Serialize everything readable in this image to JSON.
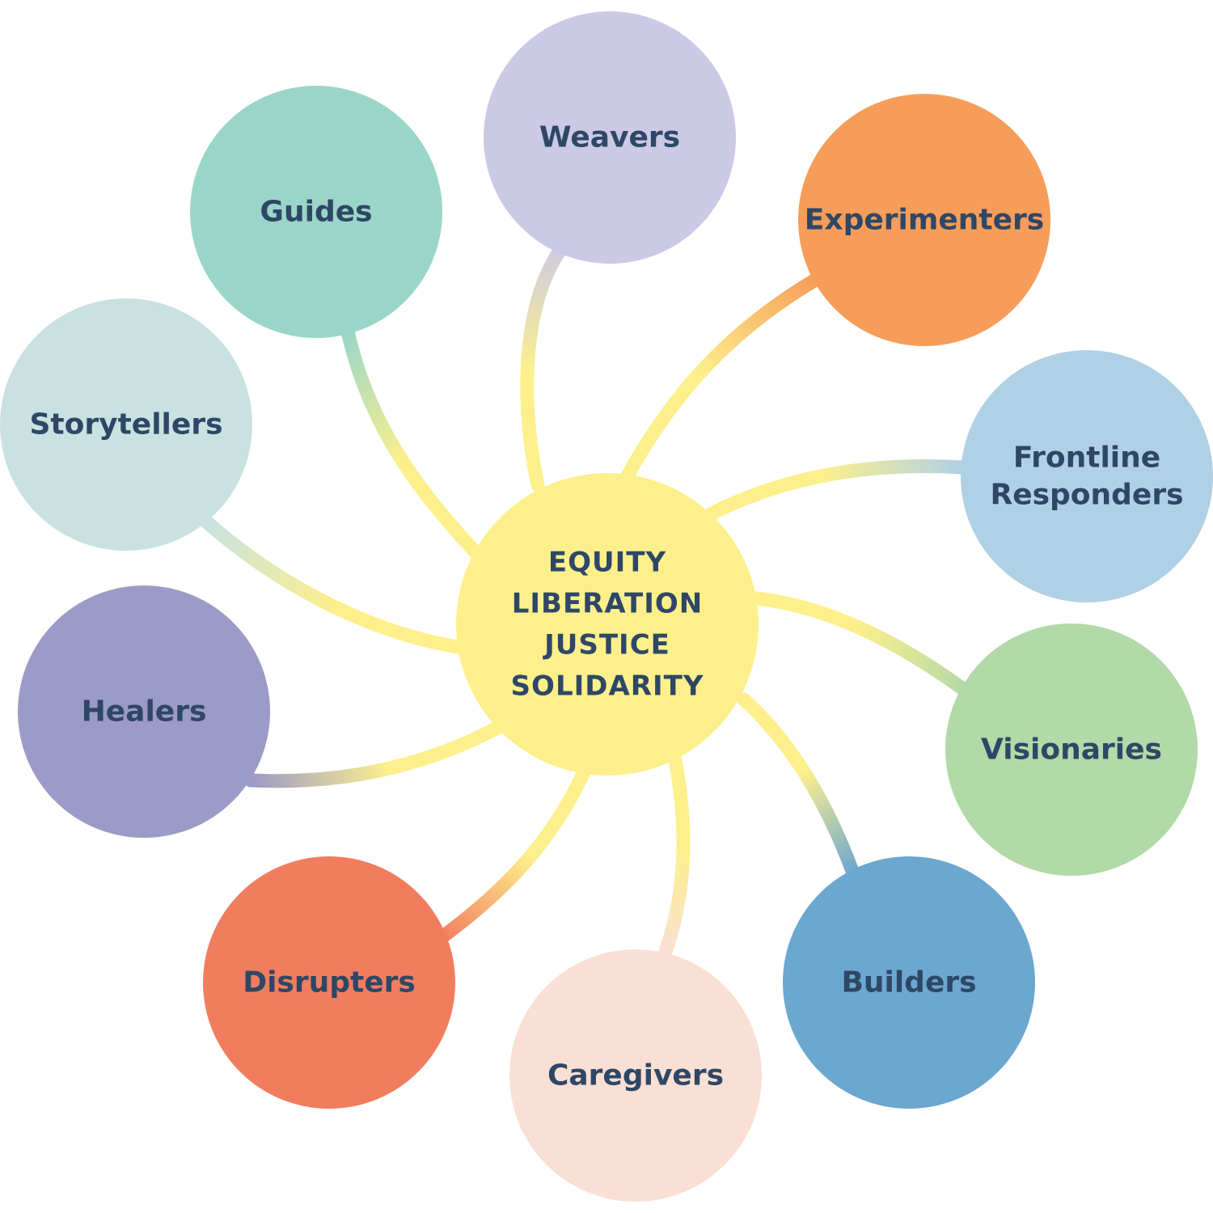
{
  "hub": {
    "lines": [
      "EQUITY",
      "LIBERATION",
      "JUSTICE",
      "SOLIDARITY"
    ],
    "color": "#fdf08c"
  },
  "nodes": [
    {
      "id": "weavers",
      "lines": [
        "Weavers"
      ],
      "color": "#cbc9e5"
    },
    {
      "id": "experimenters",
      "lines": [
        "Experimenters"
      ],
      "color": "#f69d5a"
    },
    {
      "id": "frontline-responders",
      "lines": [
        "Frontline",
        "Responders"
      ],
      "color": "#b0d0e5"
    },
    {
      "id": "visionaries",
      "lines": [
        "Visionaries"
      ],
      "color": "#b2d9a8"
    },
    {
      "id": "builders",
      "lines": [
        "Builders"
      ],
      "color": "#6ca7cf"
    },
    {
      "id": "caregivers",
      "lines": [
        "Caregivers"
      ],
      "color": "#fadfd4"
    },
    {
      "id": "disrupters",
      "lines": [
        "Disrupters"
      ],
      "color": "#f17d5f"
    },
    {
      "id": "healers",
      "lines": [
        "Healers"
      ],
      "color": "#9c9ac6"
    },
    {
      "id": "storytellers",
      "lines": [
        "Storytellers"
      ],
      "color": "#c9e2e1"
    },
    {
      "id": "guides",
      "lines": [
        "Guides"
      ],
      "color": "#9ad6c7"
    }
  ],
  "text_color": "#2e4766"
}
